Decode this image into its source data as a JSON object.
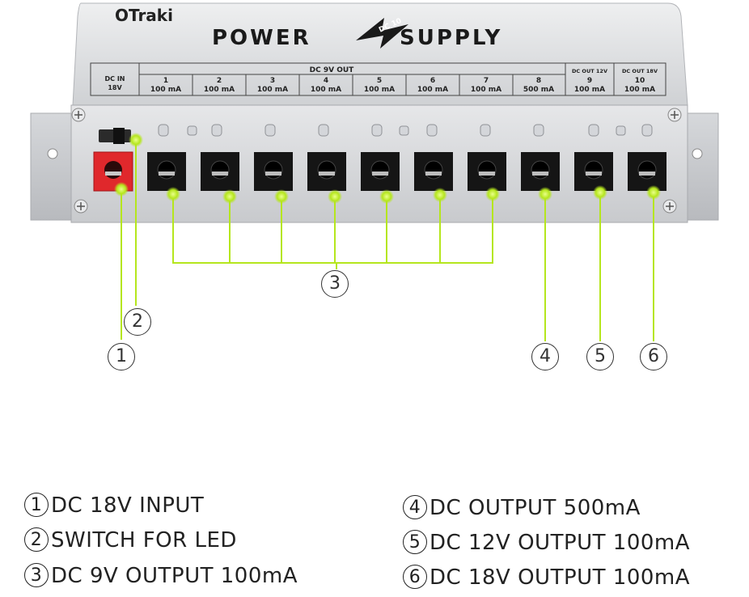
{
  "device": {
    "brand": "OTraki",
    "title_left": "POWER",
    "title_badge": "DC 10",
    "title_right": "SUPPLY",
    "dc_in_label": "DC IN",
    "dc_in_voltage": "18V",
    "dc_9v_out_header": "DC 9V OUT",
    "out_12v_header": "DC OUT 12V",
    "out_18v_header": "DC OUT 18V",
    "ports": [
      {
        "num": "1",
        "rating": "100 mA"
      },
      {
        "num": "2",
        "rating": "100 mA"
      },
      {
        "num": "3",
        "rating": "100 mA"
      },
      {
        "num": "4",
        "rating": "100 mA"
      },
      {
        "num": "5",
        "rating": "100 mA"
      },
      {
        "num": "6",
        "rating": "100 mA"
      },
      {
        "num": "7",
        "rating": "100 mA"
      },
      {
        "num": "8",
        "rating": "500 mA"
      },
      {
        "num": "9",
        "rating": "100 mA"
      },
      {
        "num": "10",
        "rating": "100 mA"
      }
    ]
  },
  "callouts": {
    "c1": "1",
    "c2": "2",
    "c3": "3",
    "c4": "4",
    "c5": "5",
    "c6": "6"
  },
  "legend": [
    {
      "num": "1",
      "text": "DC 18V INPUT"
    },
    {
      "num": "2",
      "text": "SWITCH FOR LED"
    },
    {
      "num": "3",
      "text": "DC 9V OUTPUT 100mA"
    },
    {
      "num": "4",
      "text": "DC OUTPUT 500mA"
    },
    {
      "num": "5",
      "text": "DC 12V OUTPUT 100mA"
    },
    {
      "num": "6",
      "text": "DC 18V OUTPUT 100mA"
    }
  ],
  "colors": {
    "accent_line": "#b5e61d",
    "body_silver": "#d9dadc",
    "input_jack": "#e0282c"
  }
}
